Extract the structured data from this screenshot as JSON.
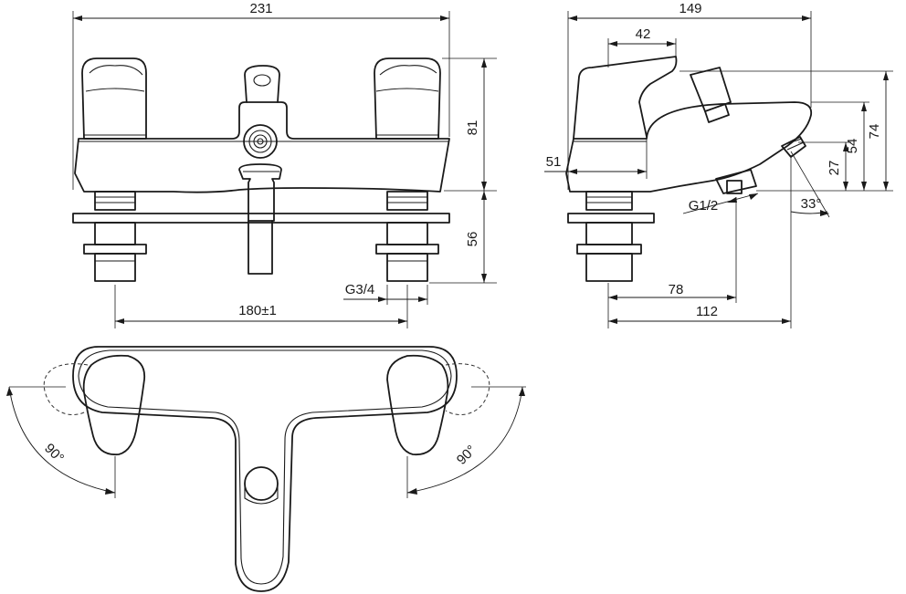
{
  "dimensions": {
    "front_width": "231",
    "side_width": "149",
    "lever_length": "42",
    "front_height_top": "81",
    "front_height_bottom": "56",
    "center_distance": "180±1",
    "inlet_thread": "G3/4",
    "side_depth": "51",
    "height_74": "74",
    "height_54": "54",
    "height_27": "27",
    "shower_thread": "G1/2",
    "spout_angle": "33°",
    "projection_78": "78",
    "projection_112": "112",
    "rotation_left": "90°",
    "rotation_right": "90°"
  }
}
